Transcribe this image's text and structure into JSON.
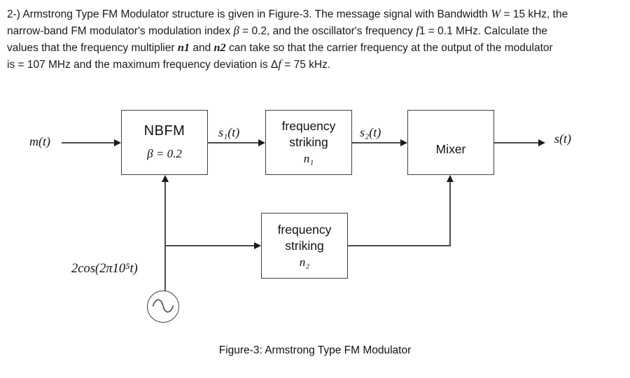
{
  "problem": {
    "lines": [
      {
        "segments": [
          {
            "text": "2-) Armstrong Type FM Modulator structure is given in Figure-3. The message signal with Bandwidth "
          },
          {
            "text": "W"
          },
          {
            "text": " = 15 kHz, the"
          }
        ]
      },
      {
        "segments": [
          {
            "text": "narrow-band FM modulator's modulation index "
          },
          {
            "text": "β"
          },
          {
            "text": " = 0.2, and the oscillator's frequency "
          },
          {
            "text": "f"
          },
          {
            "text": "1 = 0.1 MHz. Calculate the"
          }
        ]
      },
      {
        "segments": [
          {
            "text": "values that the frequency multiplier "
          },
          {
            "text": "n1"
          },
          {
            "text": " and "
          },
          {
            "text": "n2"
          },
          {
            "text": " can take so that the carrier frequency at the output of the modulator"
          }
        ]
      },
      {
        "segments": [
          {
            "text": "is = 107 MHz and the maximum frequency deviation is Δ"
          },
          {
            "text": "f"
          },
          {
            "text": " = 75 kHz."
          }
        ]
      }
    ]
  },
  "diagram": {
    "input_signal": "m(t)",
    "nbfm": {
      "title": "NBFM",
      "beta": "β = 0.2"
    },
    "multiplier1": {
      "line1": "frequency",
      "line2": "striking",
      "n": "n₁"
    },
    "mixer": {
      "title": "Mixer"
    },
    "multiplier2": {
      "line1": "frequency",
      "line2": "striking",
      "n": "n₂"
    },
    "signal1": "s₁(t)",
    "signal2": "s₂(t)",
    "output_signal": "s(t)",
    "oscillator_label": "2cos(2π10⁵t)"
  },
  "caption": "Figure-3: Armstrong Type FM Modulator",
  "colors": {
    "background": "#ffffff",
    "box_border": "#3f3f3f",
    "connector_line": "#4a4a4a",
    "arrow": "#1a1a1a",
    "text": "#1a1a1a"
  }
}
